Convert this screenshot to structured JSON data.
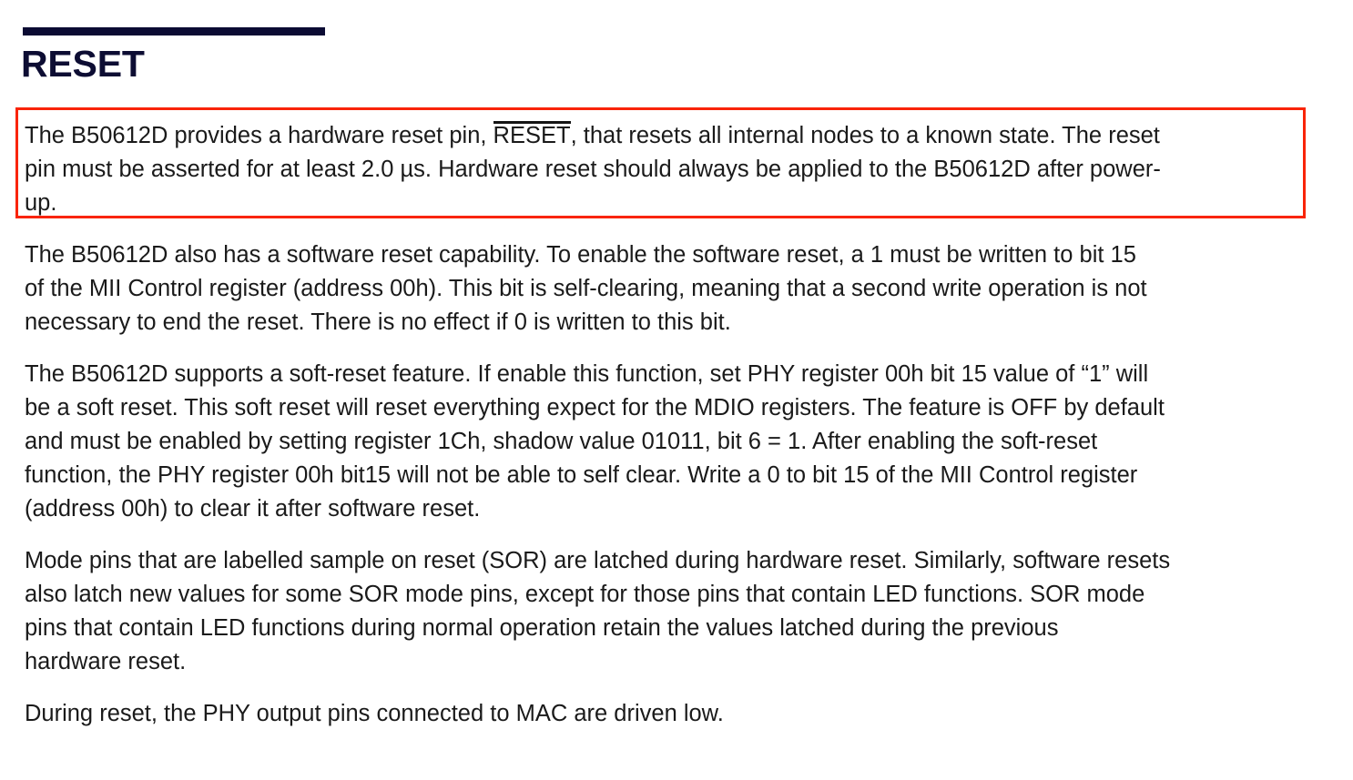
{
  "document": {
    "section_title": "RESET",
    "title_rule_color": "#0b0b33",
    "title_color": "#0d0d33",
    "body_text_color": "#1a1a1a",
    "highlight_border_color": "#f92406",
    "background_color": "#ffffff"
  },
  "paragraphs": {
    "p1_highlighted": {
      "lines": [
        {
          "pre": "The B50612D provides a hardware reset pin, ",
          "overlined": "RESET",
          "post": ", that resets all internal nodes to a known state. The reset"
        },
        {
          "pre": "pin must be asserted for at least 2.0 µs. Hardware reset should always be applied to the B50612D after power-",
          "overlined": "",
          "post": ""
        },
        {
          "pre": "up.",
          "overlined": "",
          "post": ""
        }
      ],
      "full_text": "The B50612D provides a hardware reset pin, RESET, that resets all internal nodes to a known state. The reset pin must be asserted for at least 2.0 µs. Hardware reset should always be applied to the B50612D after power-up."
    },
    "p2": {
      "lines": [
        "The B50612D also has a software reset capability. To enable the software reset, a 1 must be written to bit 15",
        "of the MII Control register (address 00h). This bit is self-clearing, meaning that a second write operation is not",
        "necessary to end the reset. There is no effect if 0 is written to this bit."
      ]
    },
    "p3": {
      "lines": [
        "The B50612D supports a soft-reset feature. If enable this function, set PHY register 00h bit 15 value of “1” will",
        "be a soft reset. This soft reset will reset everything expect for the MDIO registers. The feature is OFF by default",
        "and must be enabled by setting register 1Ch, shadow value 01011, bit 6 = 1. After enabling the soft-reset",
        "function, the PHY register 00h bit15 will not be able to self clear. Write a 0 to bit 15 of the MII Control register",
        "(address 00h) to clear it after software reset."
      ]
    },
    "p4": {
      "lines": [
        "Mode pins that are labelled sample on reset (SOR) are latched during hardware reset. Similarly, software resets",
        "also latch new values for some SOR mode pins, except for those pins that contain LED functions. SOR mode",
        "pins that contain LED functions during normal operation retain the values latched during the previous",
        "hardware reset."
      ]
    },
    "p5": {
      "lines": [
        "During reset, the PHY output pins connected to MAC are driven low."
      ]
    }
  }
}
